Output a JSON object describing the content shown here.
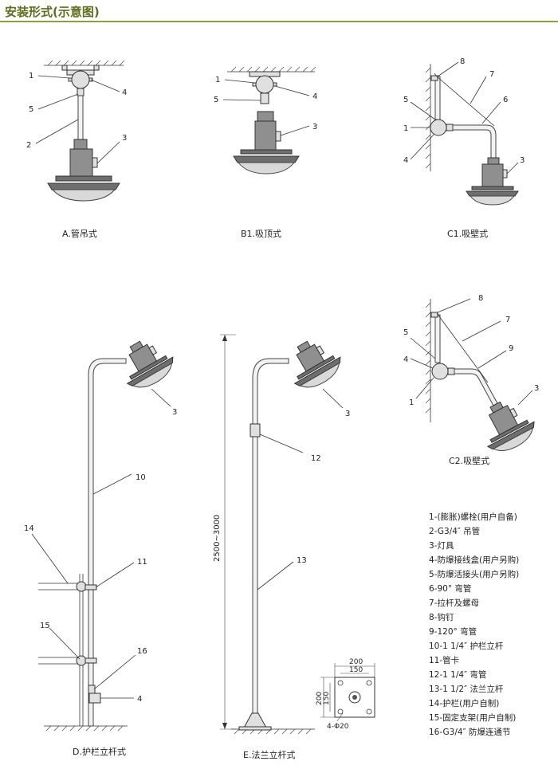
{
  "header": {
    "title": "安装形式(示意图)"
  },
  "captions": {
    "a": "A.管吊式",
    "b1": "B1.吸顶式",
    "c1": "C1.吸壁式",
    "c2": "C2.吸壁式",
    "d": "D.护栏立杆式",
    "e": "E.法兰立杆式"
  },
  "dimension": "2500~3000",
  "flange": {
    "w200": "200",
    "w150": "150",
    "h200": "200",
    "h150": "150",
    "holes": "4-Φ20"
  },
  "labels": {
    "n1": "1",
    "n2": "2",
    "n3": "3",
    "n4": "4",
    "n5": "5",
    "n6": "6",
    "n7": "7",
    "n8": "8",
    "n9": "9",
    "n10": "10",
    "n11": "11",
    "n12": "12",
    "n13": "13",
    "n14": "14",
    "n15": "15",
    "n16": "16"
  },
  "legend": [
    "1-(膨胀)螺栓(用户自备)",
    "2-G3/4″  吊管",
    "3-灯具",
    "4-防爆接线盒(用户另购)",
    "5-防爆活接头(用户另购)",
    "6-90°  弯管",
    "7-拉杆及螺母",
    "8-钩钉",
    "9-120°  弯管",
    "10-1 1/4″  护栏立杆",
    "11-管卡",
    "12-1 1/4″  弯管",
    "13-1 1/2″  法兰立杆",
    "14-护栏(用户自制)",
    "15-固定支架(用户自制)",
    "16-G3/4″  防爆连通节"
  ]
}
